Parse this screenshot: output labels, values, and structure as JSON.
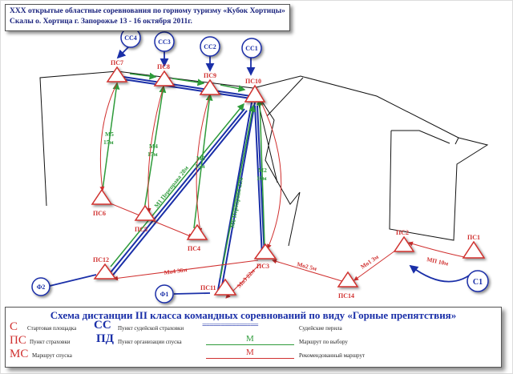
{
  "header": {
    "line1": "XXX открытые областные соревнования по горному туризму «Кубок Хортицы»",
    "line2": "Скалы о. Хортица г. Запорожье 13 - 16 октября  2011г."
  },
  "stations": {
    "ps7": "ПС7",
    "ps8": "ПС8",
    "ps9": "ПС9",
    "ps10": "ПС10",
    "ps6": "ПС6",
    "ps5": "ПС5",
    "ps4": "ПС4",
    "ps3": "ПС3",
    "ps12": "ПС12",
    "ps11": "ПС11",
    "ps14": "ПС14",
    "ps2": "ПС2",
    "ps1": "ПС1"
  },
  "judges": {
    "ss4": "СС4",
    "ss3": "СС3",
    "ss2": "СС2",
    "ss1": "СС1"
  },
  "circles": {
    "f2": "Ф2",
    "f1": "Ф1",
    "s1": "С1"
  },
  "route_labels": {
    "m5": "М5",
    "m5_len": "15м",
    "m4": "М4",
    "m4_len": "15м",
    "m3": "М3",
    "m3_len": "15м",
    "m2": "М2",
    "m2_len": "16м",
    "m1_cross": "М1 Переправа 28м",
    "m6_cross": "М6 Переправа 22м",
    "mo4": "Мо4 36м",
    "mo3": "Мо3 22м",
    "mo2": "Мо2 5м",
    "mo1": "Мо1 3м",
    "mp1": "МП 10м"
  },
  "legend": {
    "title": "Схема дистанции III класса командных соревнований по виду «Горные препятствия»",
    "c_sym": "С",
    "c_desc": "Стартовая площадка",
    "ss_sym": "СС",
    "ss_desc": "Пункт судейской страховки",
    "rail_sym": "===============",
    "rail_desc": "Судейские перила",
    "ps_sym": "ПС",
    "ps_desc": "Пункт страховки",
    "pd_sym": "ПД",
    "pd_desc": "Пункт организации спуска",
    "choice_mark": "М",
    "choice_desc": "Маршрут по выбору",
    "ms_sym": "МС",
    "ms_desc": "Маршрут спуска",
    "rec_mark": "М",
    "rec_desc": "Рекомендованный маршрут"
  },
  "colors": {
    "blue": "#1a2fa8",
    "red": "#d0302f",
    "green": "#2e9b3a"
  }
}
